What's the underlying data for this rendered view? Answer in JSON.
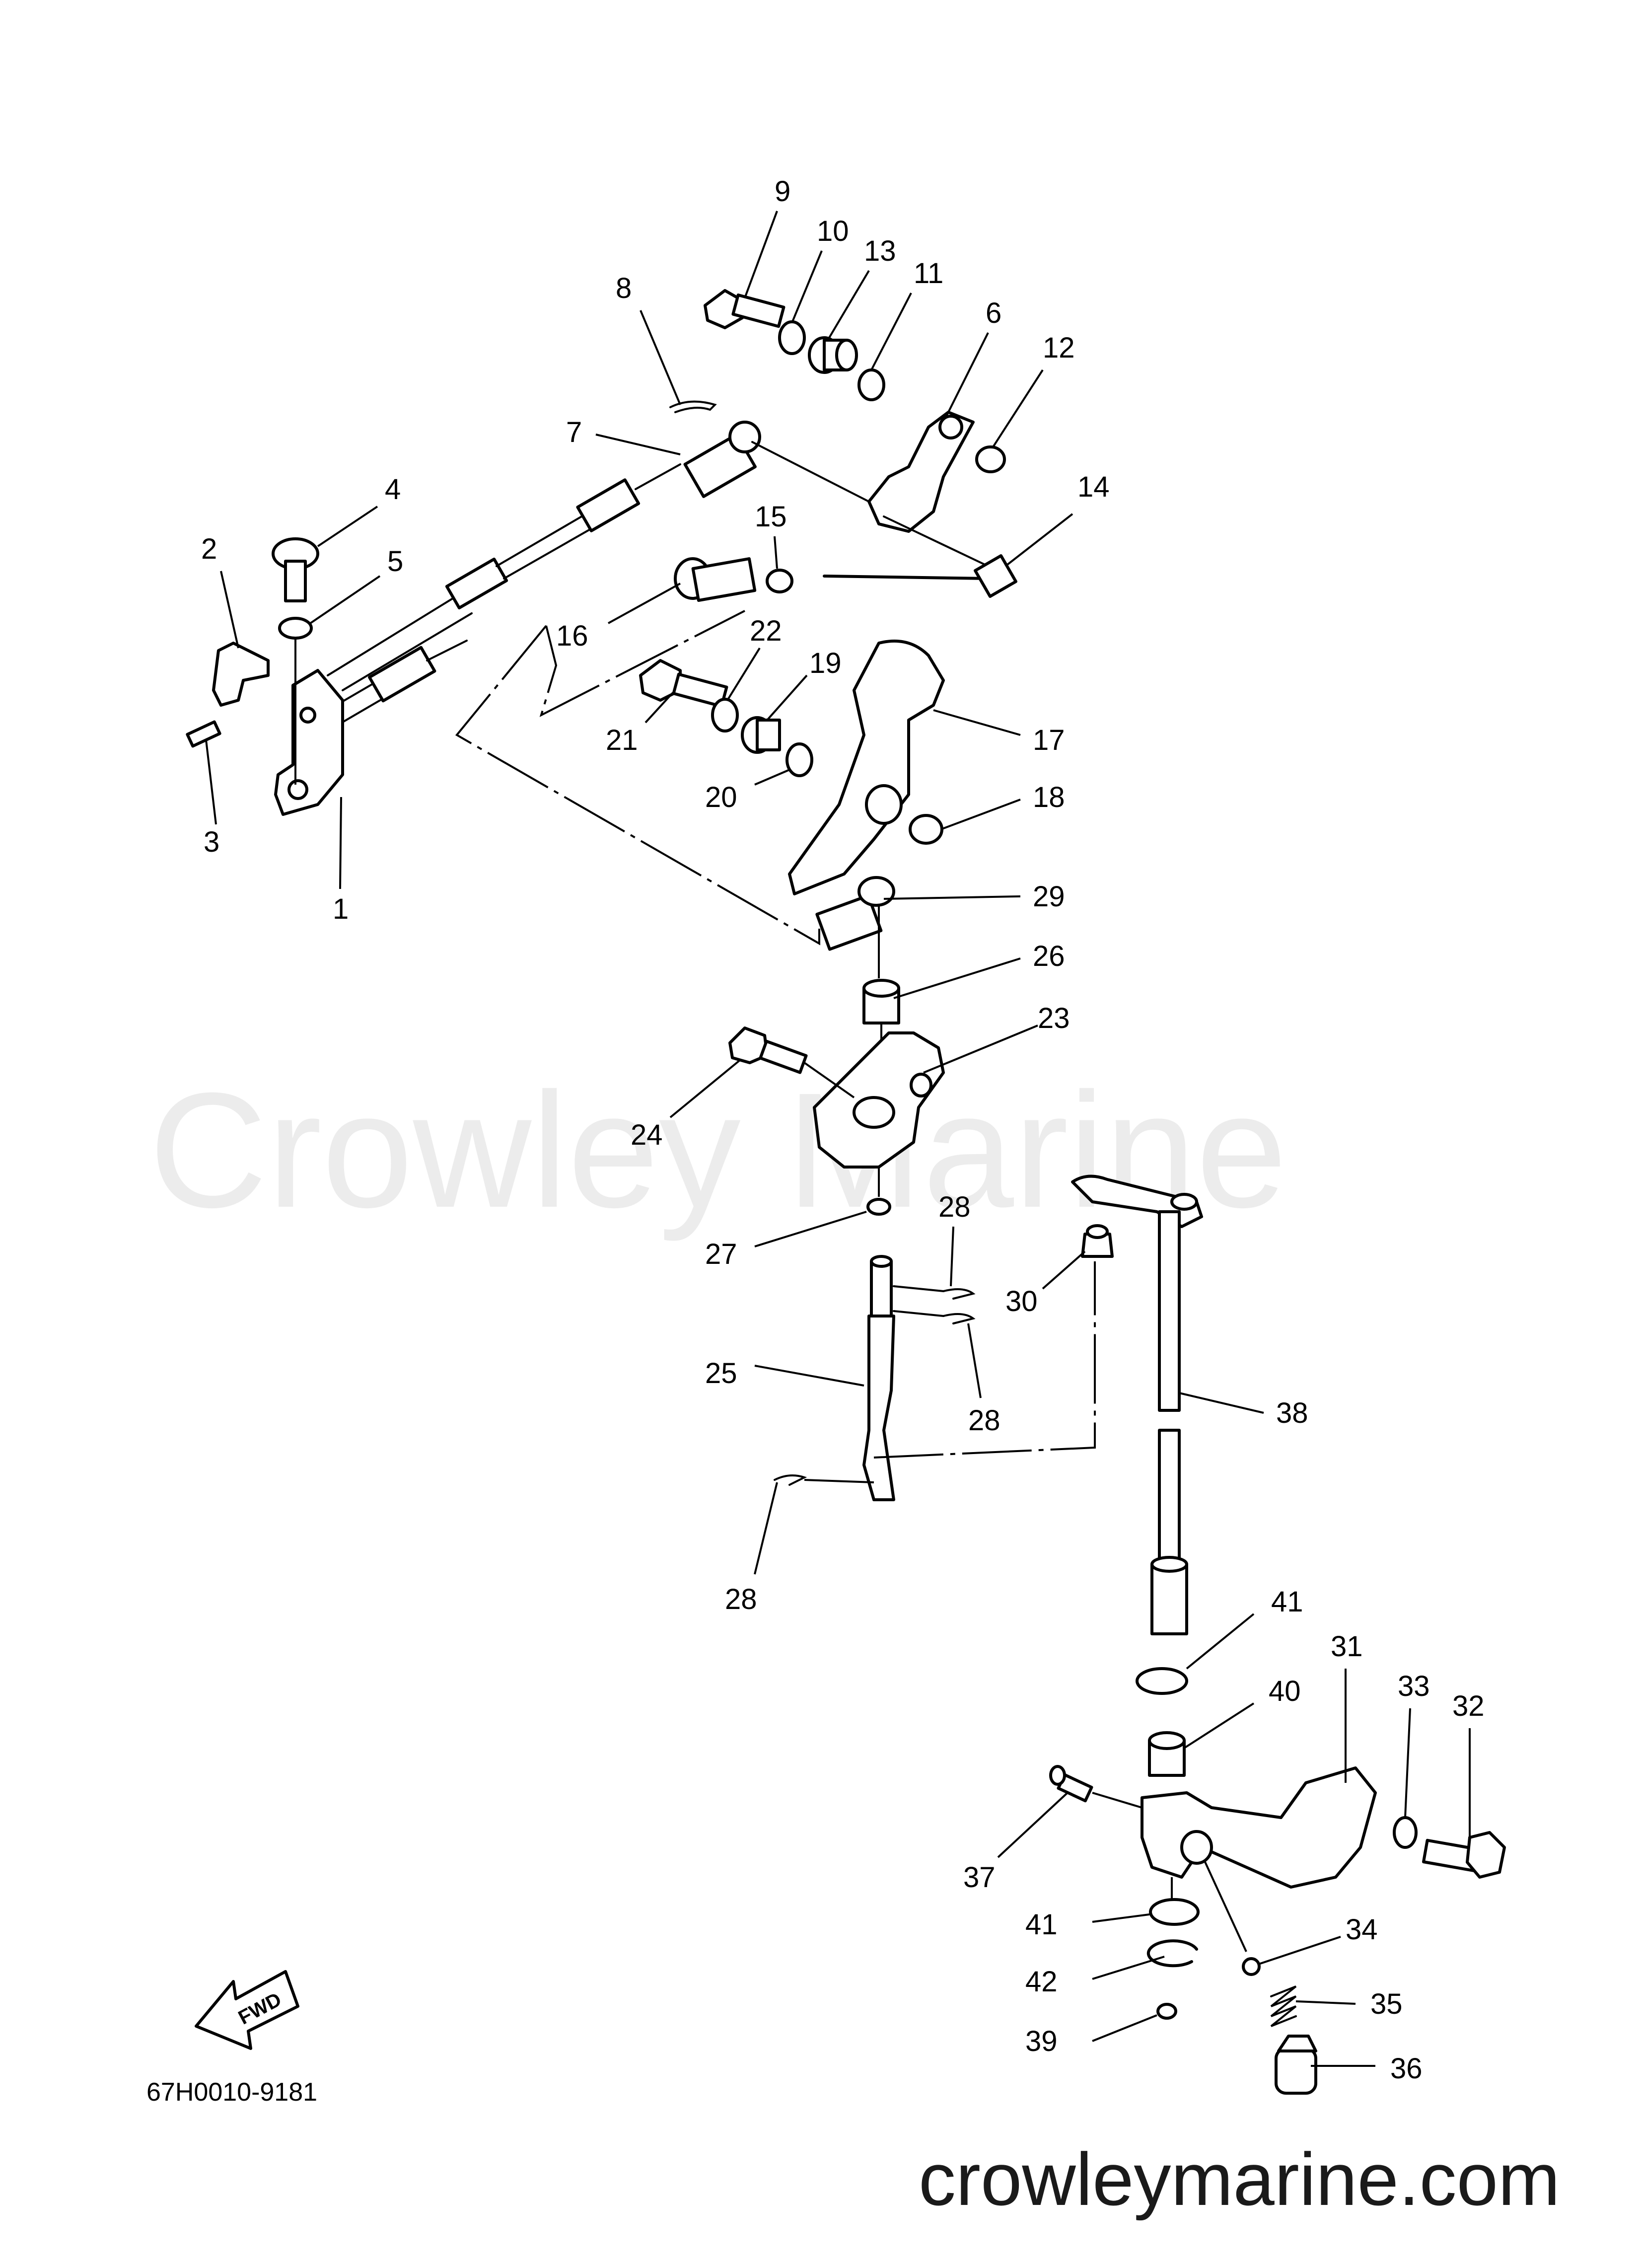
{
  "watermark": {
    "text": "Crowley Marine"
  },
  "website": {
    "text": "crowleymarine.com"
  },
  "diagram_code": "67H0010-9181",
  "fwd_label": "FWD",
  "part_numbers": [
    "1",
    "2",
    "3",
    "4",
    "5",
    "6",
    "7",
    "8",
    "9",
    "10",
    "11",
    "12",
    "13",
    "14",
    "15",
    "16",
    "17",
    "18",
    "19",
    "20",
    "21",
    "22",
    "23",
    "24",
    "25",
    "26",
    "27",
    "28",
    "29",
    "30",
    "31",
    "32",
    "33",
    "34",
    "35",
    "36",
    "37",
    "38",
    "39",
    "40",
    "41",
    "42"
  ]
}
